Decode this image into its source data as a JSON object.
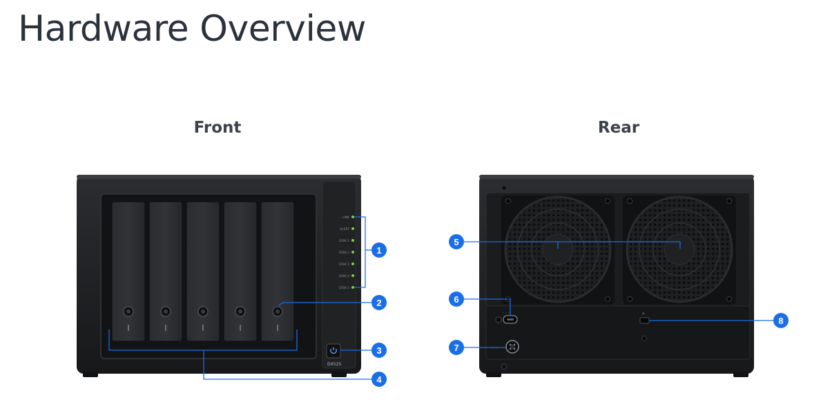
{
  "page": {
    "title": "Hardware Overview"
  },
  "views": {
    "front_label": "Front",
    "rear_label": "Rear"
  },
  "front": {
    "model": "DX525",
    "status_leds": [
      "LINK",
      "ALERT",
      "DISK 1",
      "DISK 2",
      "DISK 3",
      "DISK 4",
      "DISK 5"
    ],
    "drive_bays": 5,
    "led_color": "#7ed23f"
  },
  "callouts": [
    "1",
    "2",
    "3",
    "4",
    "5",
    "6",
    "7",
    "8"
  ],
  "colors": {
    "accent": "#1a6ee6",
    "device_body": "#1d1f21",
    "text": "#2b323c"
  }
}
